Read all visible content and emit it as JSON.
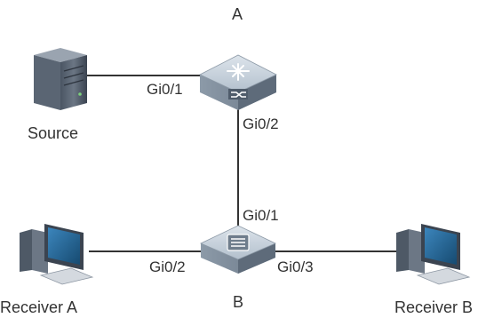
{
  "nodes": {
    "router_a": {
      "label": "A"
    },
    "switch_b": {
      "label": "B"
    },
    "source": {
      "label": "Source"
    },
    "receiver_a": {
      "label": "Receiver A"
    },
    "receiver_b": {
      "label": "Receiver B"
    }
  },
  "ports": {
    "a_gi01": "Gi0/1",
    "a_gi02": "Gi0/2",
    "b_gi01": "Gi0/1",
    "b_gi02": "Gi0/2",
    "b_gi03": "Gi0/3"
  },
  "colors": {
    "link": "#333333",
    "device_body": "#9aa8b6",
    "device_top": "#c9d3dd",
    "pc_screen": "#1e5f8c"
  }
}
